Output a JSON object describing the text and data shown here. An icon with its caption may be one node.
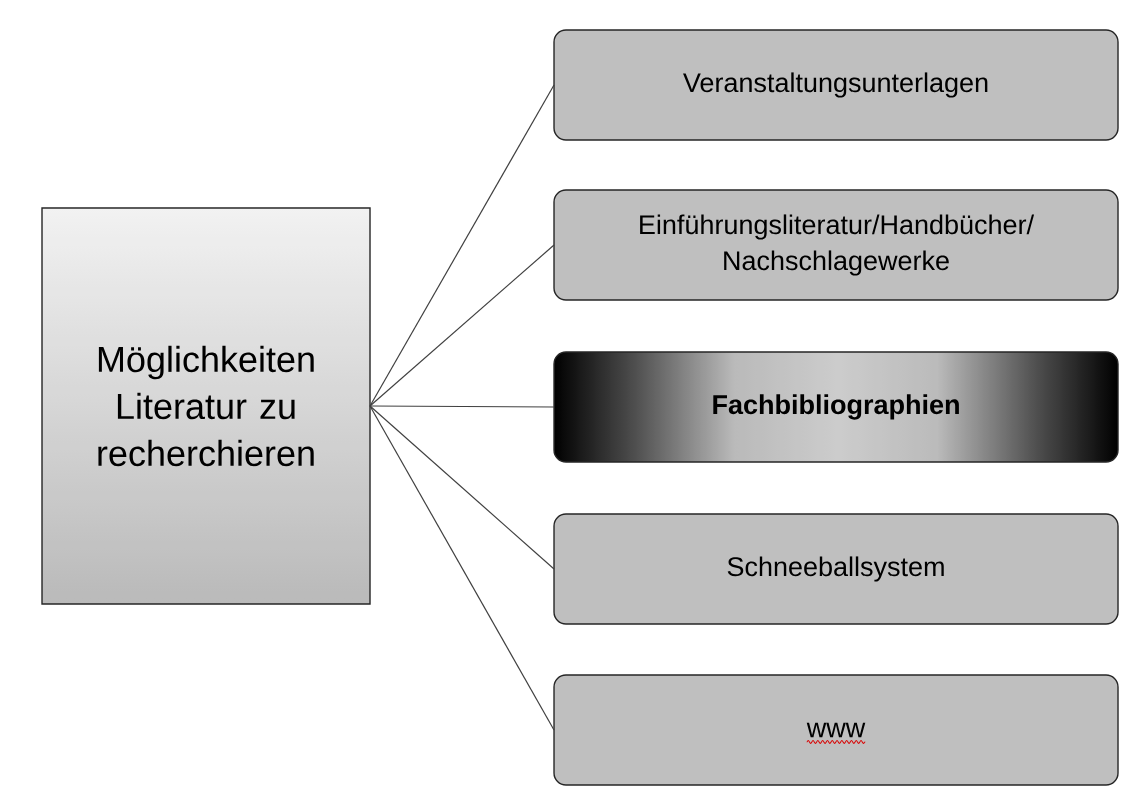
{
  "diagram": {
    "nodes": [
      {
        "text": [
          "Möglichkeiten Literatur zu recherchieren"
        ]
      },
      {
        "text": [
          "Veranstaltungsunterlagen"
        ]
      },
      {
        "text": [
          "Einführungsliteratur/Handbücher/ Nachschlagewerke"
        ]
      },
      {
        "text": [
          "Fachbibliographien"
        ]
      },
      {
        "text": [
          "Schneeballsystem"
        ]
      },
      {
        "text": [
          "www"
        ]
      }
    ],
    "edges": [
      {
        "from": 0,
        "to": 1,
        "arrow": "none"
      },
      {
        "from": 0,
        "to": 2,
        "arrow": "none"
      },
      {
        "from": 0,
        "to": 3,
        "arrow": "none"
      },
      {
        "from": 0,
        "to": 4,
        "arrow": "none"
      },
      {
        "from": 0,
        "to": 5,
        "arrow": "none"
      }
    ]
  }
}
